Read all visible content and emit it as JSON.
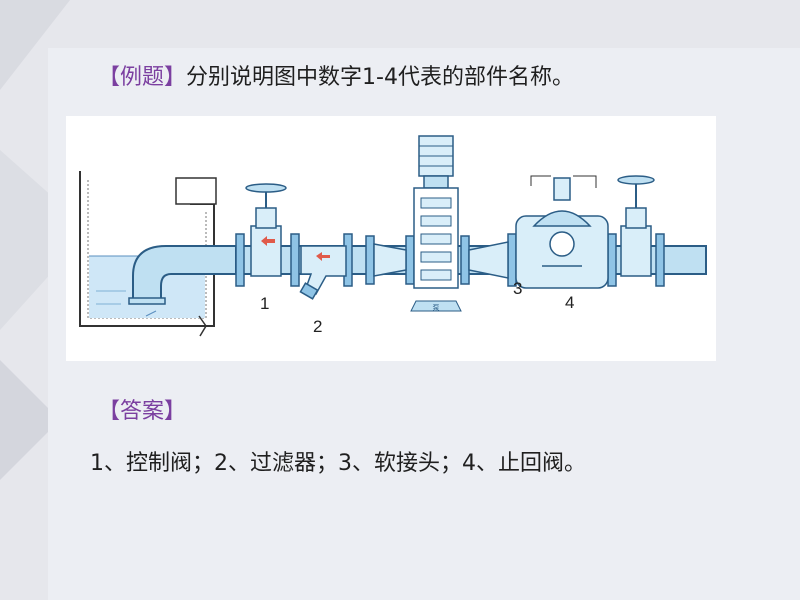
{
  "title": {
    "tag": "【例题】",
    "text": "分别说明图中数字1-4代表的部件名称。"
  },
  "figure": {
    "labels": [
      "1",
      "2",
      "3",
      "4"
    ],
    "pump_plate_text": "泵"
  },
  "answer": {
    "tag": "【答案】",
    "text": "1、控制阀；2、过滤器；3、软接头；4、止回阀。"
  },
  "colors": {
    "accent": "#7b3fa0",
    "pipe_fill": "#bfe0f2",
    "pipe_stroke": "#2b5d86",
    "water": "#cfe7f7",
    "background": "#e9eaee"
  },
  "icons": [
    "gate-valve-icon",
    "y-strainer-icon",
    "pump-icon",
    "check-valve-icon",
    "water-tank-icon"
  ]
}
